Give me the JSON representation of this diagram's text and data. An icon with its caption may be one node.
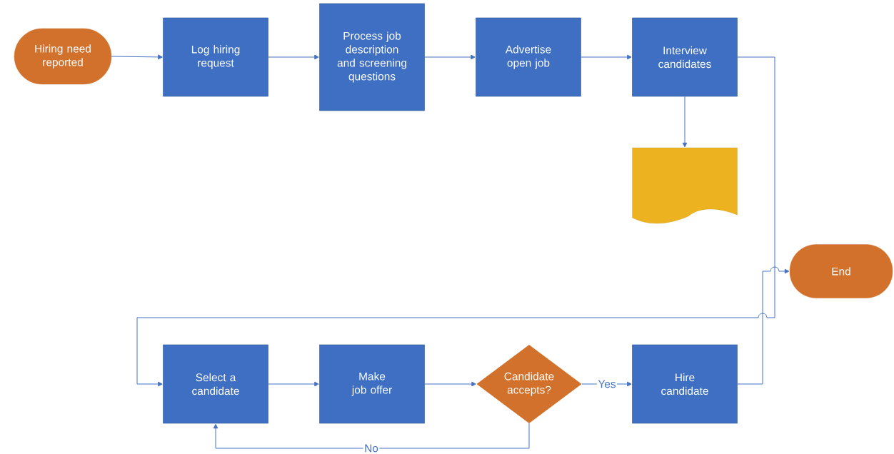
{
  "diagram": {
    "nodes": [
      {
        "text": [
          "Hiring need reported"
        ]
      },
      {
        "text": [
          "Log hiring request"
        ]
      },
      {
        "text": [
          "Process job description and screening questions"
        ]
      },
      {
        "text": [
          "Advertise open job"
        ]
      },
      {
        "text": [
          "Interview candidates"
        ]
      },
      {
        "text": [],
        "shape": "document"
      },
      {
        "text": [
          "End"
        ]
      },
      {
        "text": [
          "Select a candidate"
        ]
      },
      {
        "text": [
          "Make job offer"
        ]
      },
      {
        "text": [
          "Candidate accepts?"
        ]
      },
      {
        "text": [
          "Hire candidate"
        ]
      }
    ],
    "edges": [
      {
        "from": 0,
        "to": 1,
        "arrow": "to"
      },
      {
        "from": 1,
        "to": 2,
        "arrow": "to"
      },
      {
        "from": 2,
        "to": 3,
        "arrow": "to"
      },
      {
        "from": 3,
        "to": 4,
        "arrow": "to"
      },
      {
        "from": 4,
        "to": 5,
        "arrow": "to"
      },
      {
        "from": 4,
        "to": 7,
        "arrow": "to"
      },
      {
        "from": 7,
        "to": 8,
        "arrow": "to"
      },
      {
        "from": 8,
        "to": 9,
        "arrow": "to"
      },
      {
        "from": 9,
        "to": 10,
        "label": "Yes",
        "arrow": "to"
      },
      {
        "from": 9,
        "to": 7,
        "label": "No",
        "arrow": "to"
      },
      {
        "from": 10,
        "to": 6,
        "arrow": "to"
      }
    ]
  }
}
